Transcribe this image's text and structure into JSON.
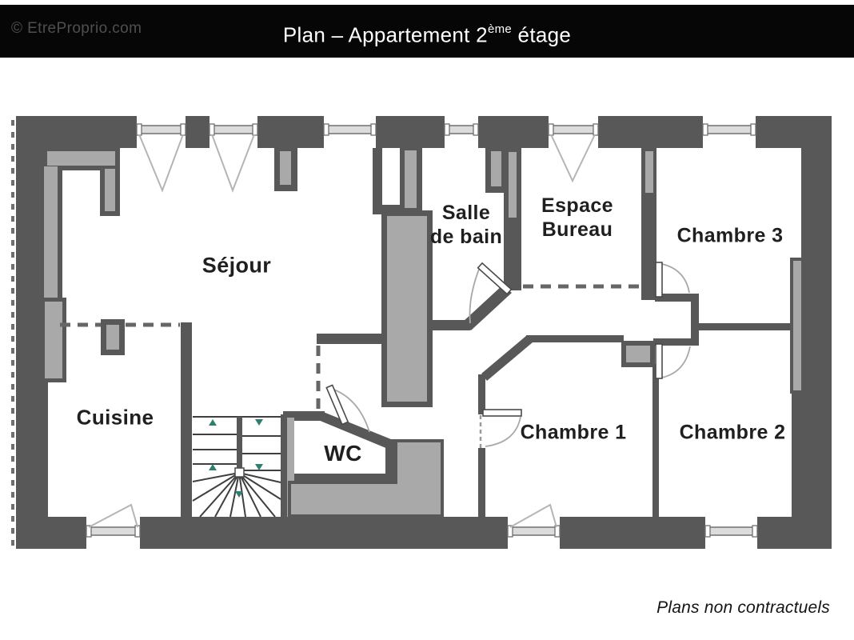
{
  "header": {
    "title": {
      "prefix": "Plan – Appartement 2",
      "sup": "ème",
      "suffix": " étage"
    }
  },
  "watermark": "© EtreProprio.com",
  "rooms": {
    "sejour": "Séjour",
    "cuisine": "Cuisine",
    "wc": "WC",
    "salle_de_bain": {
      "line1": "Salle",
      "line2": "de bain"
    },
    "espace_bureau": {
      "line1": "Espace",
      "line2": "Bureau"
    },
    "chambre1": "Chambre 1",
    "chambre2": "Chambre 2",
    "chambre3": "Chambre 3"
  },
  "footer": {
    "disclaimer": "Plans non contractuels"
  },
  "colors": {
    "wall": "#585858",
    "wall_light": "#a9a9a9",
    "header_bg": "#060606",
    "header_text": "#ffffff",
    "watermark_text": "#4f4f4f",
    "label_text": "#1f1f1f",
    "stair_arrow": "#2e7f6d"
  }
}
